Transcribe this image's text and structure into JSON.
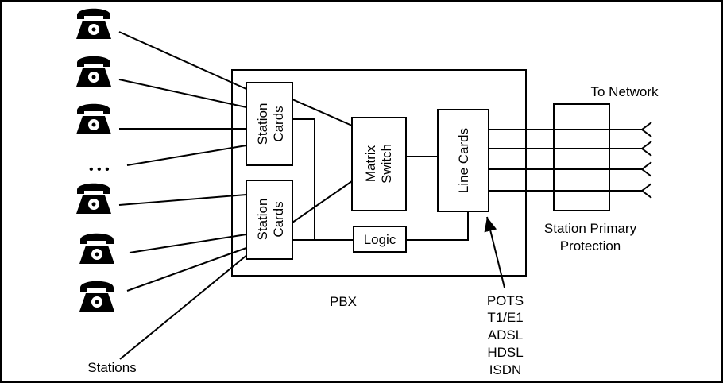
{
  "diagram": {
    "labels": {
      "pbx": "PBX",
      "station_cards_top": [
        "Station",
        "Cards"
      ],
      "station_cards_bottom": [
        "Station",
        "Cards"
      ],
      "matrix_switch": [
        "Matrix",
        "Switch"
      ],
      "line_cards": "Line Cards",
      "logic": "Logic",
      "to_network": "To Network",
      "protection": [
        "Station Primary",
        "Protection"
      ],
      "stations": "Stations",
      "ellipsis": "• • •",
      "line_types": [
        "POTS",
        "T1/E1",
        "ADSL",
        "HDSL",
        "ISDN"
      ]
    },
    "icons": {
      "telephone": "telephone-icon",
      "network_line_end": "line-termination-icon"
    },
    "colors": {
      "stroke": "#000000",
      "background": "#ffffff"
    }
  }
}
